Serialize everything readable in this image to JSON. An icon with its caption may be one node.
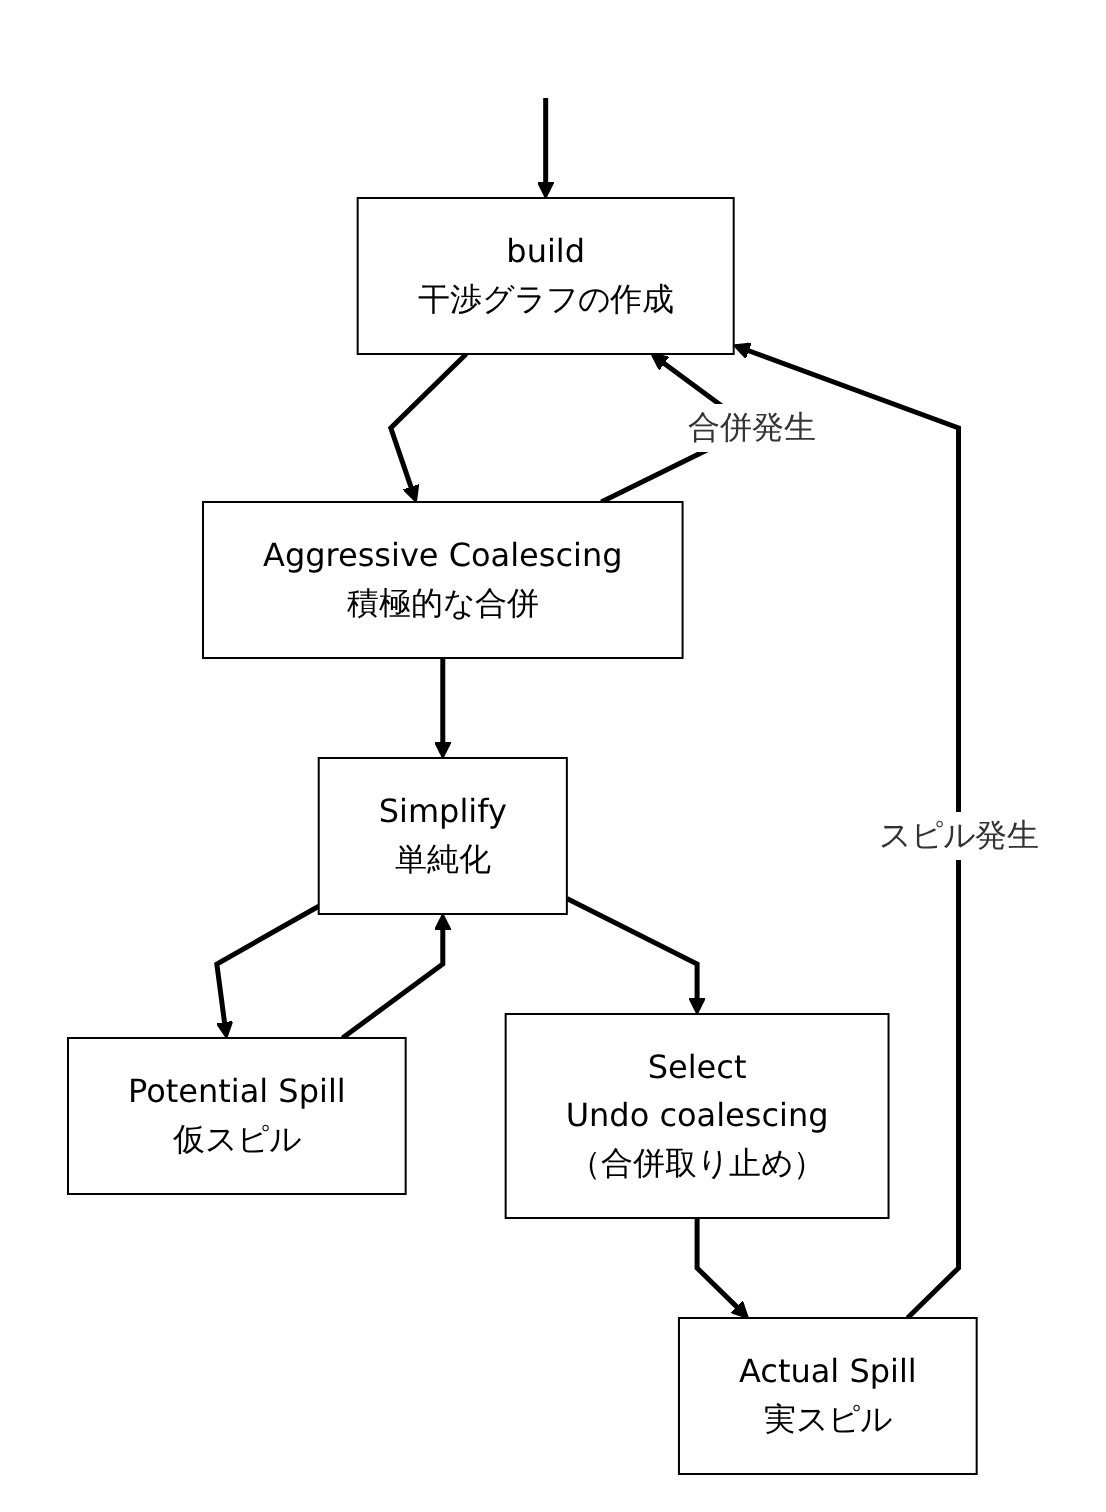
{
  "diagram": {
    "nodes": [
      {
        "text": [
          "build",
          "干渉グラフの作成"
        ]
      },
      {
        "text": [
          "Aggressive Coalescing",
          "積極的な合併"
        ]
      },
      {
        "text": [
          "Simplify",
          "単純化"
        ]
      },
      {
        "text": [
          "Potential Spill",
          "仮スピル"
        ]
      },
      {
        "text": [
          "Select",
          "Undo coalescing",
          "（合併取り止め）"
        ]
      },
      {
        "text": [
          "Actual Spill",
          "実スピル"
        ]
      }
    ],
    "edges": [
      {
        "from": null,
        "to": 0,
        "arrow": "to"
      },
      {
        "from": 0,
        "to": 1,
        "arrow": "to"
      },
      {
        "from": 1,
        "to": 0,
        "arrow": "to",
        "label": "合併発生"
      },
      {
        "from": 1,
        "to": 2,
        "arrow": "to"
      },
      {
        "from": 2,
        "to": 3,
        "arrow": "to"
      },
      {
        "from": 3,
        "to": 2,
        "arrow": "to"
      },
      {
        "from": 2,
        "to": 4,
        "arrow": "to"
      },
      {
        "from": 4,
        "to": 5,
        "arrow": "to"
      },
      {
        "from": 5,
        "to": 0,
        "arrow": "to",
        "label": "スピル発生"
      }
    ]
  }
}
